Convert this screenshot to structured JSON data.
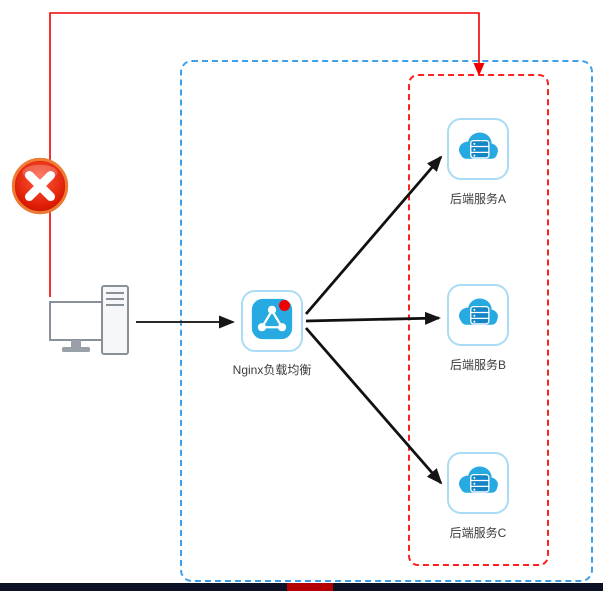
{
  "diagram": {
    "kind": "nginx-load-balancing-architecture",
    "nodes": {
      "nginx": {
        "label": "Nginx负载均衡"
      },
      "backend_a": {
        "label": "后端服务A"
      },
      "backend_b": {
        "label": "后端服务B"
      },
      "backend_c": {
        "label": "后端服务C"
      }
    },
    "connections": [
      {
        "from": "client",
        "to": "nginx",
        "style": "black-arrow"
      },
      {
        "from": "nginx",
        "to": "backend_a",
        "style": "black-arrow"
      },
      {
        "from": "nginx",
        "to": "backend_b",
        "style": "black-arrow"
      },
      {
        "from": "nginx",
        "to": "backend_c",
        "style": "black-arrow"
      },
      {
        "from": "client-blocked",
        "to": "backend-group",
        "style": "red-arrow-with-error-badge"
      }
    ]
  },
  "colors": {
    "dashed_blue": "#3fa0e8",
    "dashed_red": "#ff2020",
    "node_border": "#aadcf5",
    "icon_blue": "#27a9e1",
    "icon_blue_dark": "#1486c8",
    "arrow_black": "#151515",
    "line_red": "#f20000",
    "error_red": "#d81e06",
    "error_ring": "#f08c3c",
    "bar_dark": "#0d1126",
    "bar_red": "#b40000"
  }
}
